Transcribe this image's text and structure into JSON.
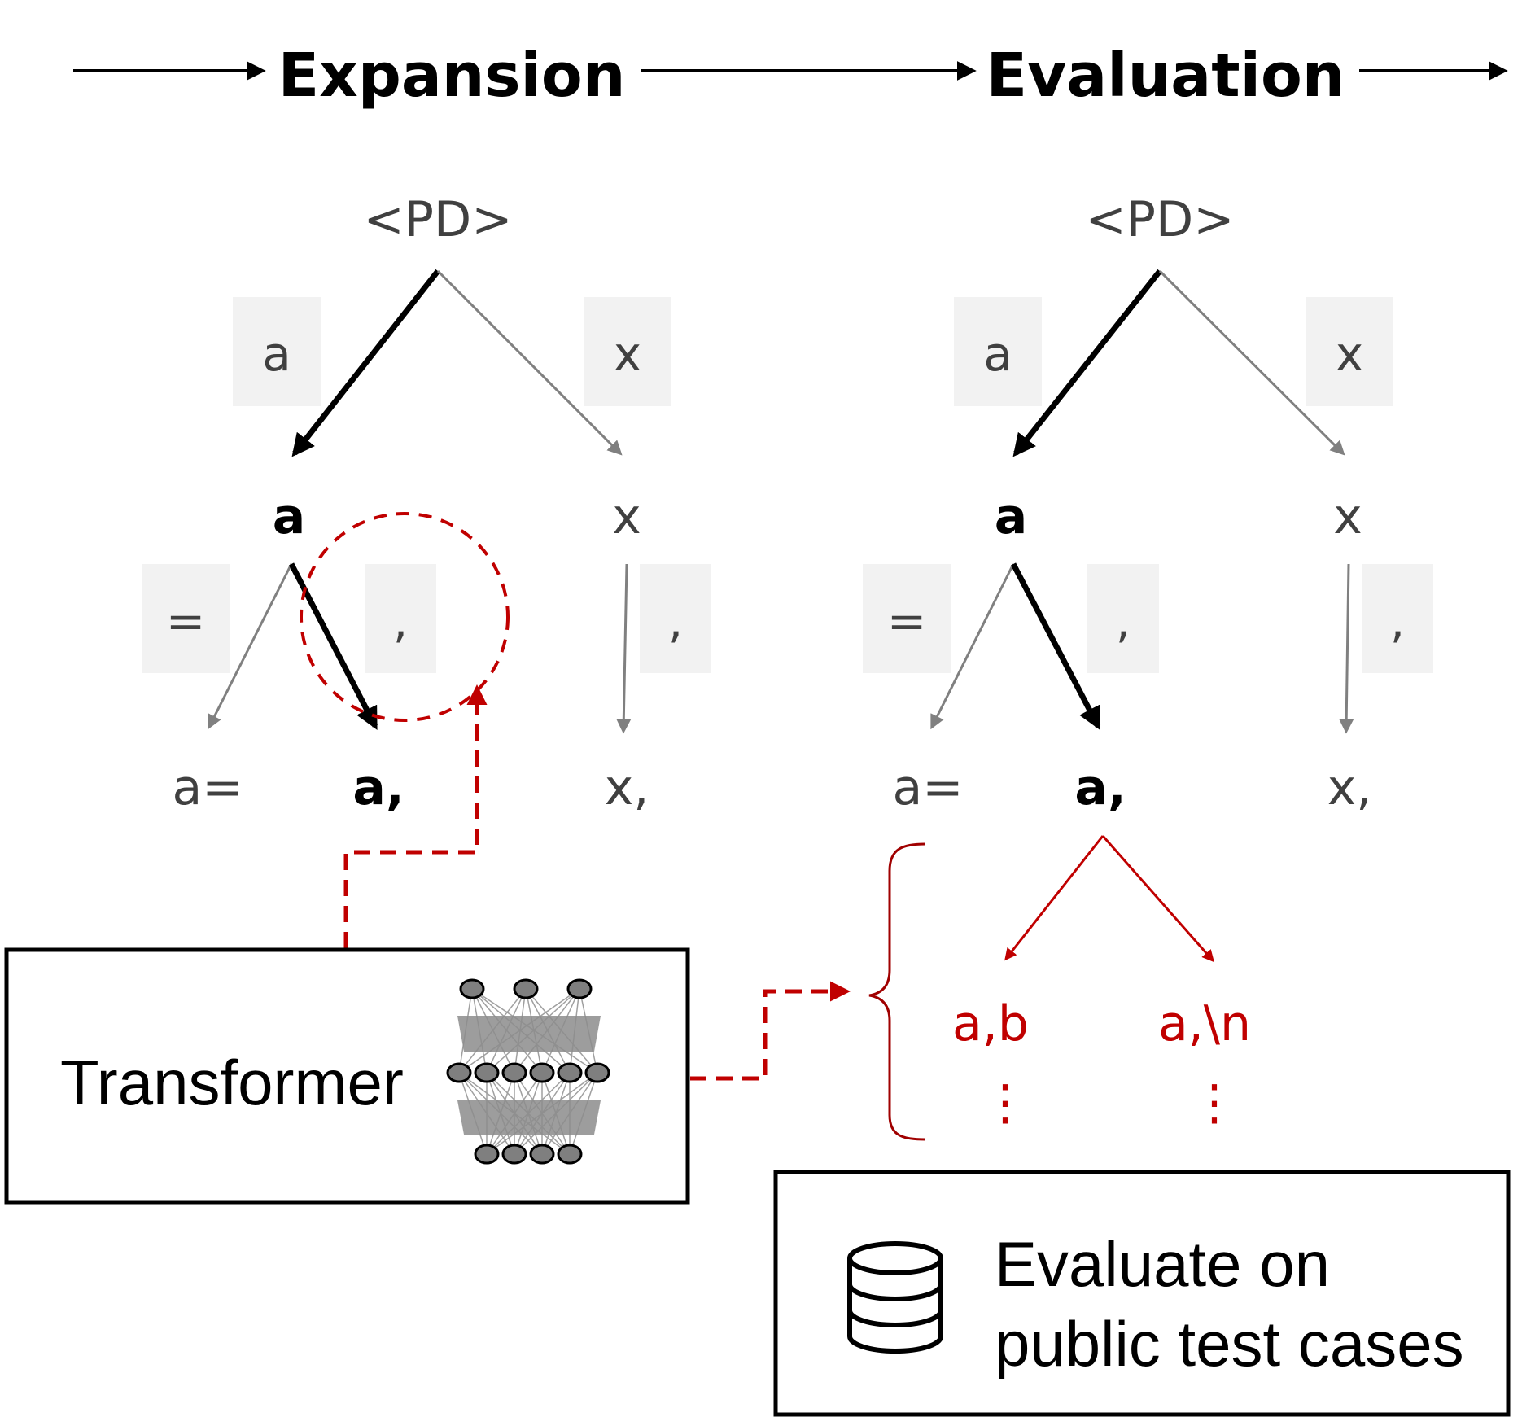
{
  "phases": {
    "expansion": "Expansion",
    "evaluation": "Evaluation"
  },
  "expansion_tree": {
    "root": "<PD>",
    "edge_a": "a",
    "edge_x": "x",
    "node_a": "a",
    "node_x": "x",
    "edge_eq": "=",
    "edge_comma_a": ",",
    "edge_comma_x": ",",
    "leaf_a_eq": "a=",
    "leaf_a_comma": "a,",
    "leaf_x_comma": "x,"
  },
  "evaluation_tree": {
    "root": "<PD>",
    "edge_a": "a",
    "edge_x": "x",
    "node_a": "a",
    "node_x": "x",
    "edge_eq": "=",
    "edge_comma_a": ",",
    "edge_comma_x": ",",
    "leaf_a_eq": "a=",
    "leaf_a_comma": "a,",
    "leaf_x_comma": "x,"
  },
  "rollouts": {
    "option1": "a,b",
    "option2": "a,\\n",
    "ellipsis": "⋮"
  },
  "transformer_box": {
    "label": "Transformer",
    "icon": "neural-network-icon"
  },
  "evaluate_box": {
    "line1": "Evaluate on",
    "line2": "public test cases",
    "icon": "database-icon"
  },
  "colors": {
    "highlight": "#c00000",
    "edge_gray": "#808080",
    "label_bg": "#f2f2f2"
  }
}
